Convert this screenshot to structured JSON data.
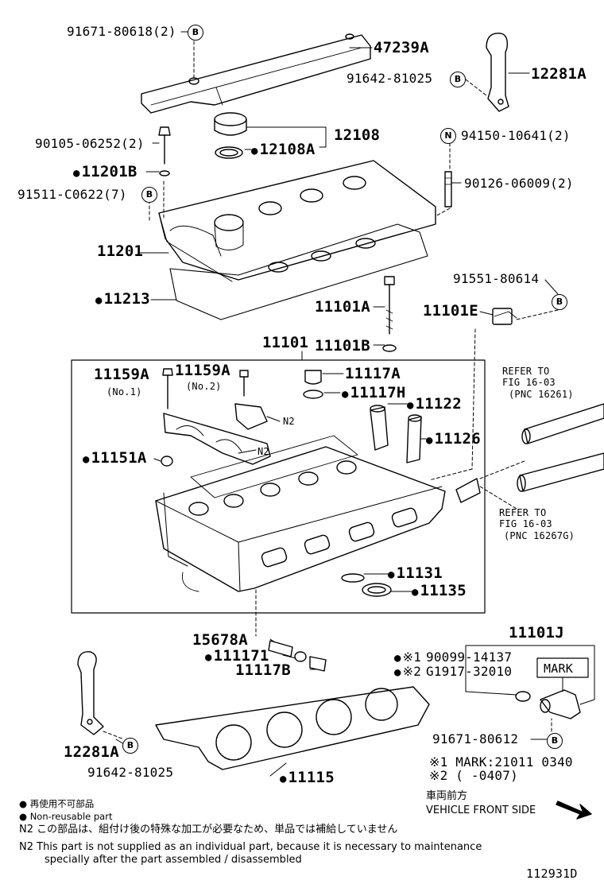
{
  "diagram_id": "112931D",
  "marker_b": "B",
  "marker_n": "N",
  "labels": {
    "p91671_80618": "91671-80618(2)",
    "p47239A": "47239A",
    "p91642_81025_top": "91642-81025",
    "p12281A_top": "12281A",
    "p12108": "12108",
    "p12108A": "12108A",
    "p90105_06252": "90105-06252(2)",
    "p94150_10641": "94150-10641(2)",
    "p11201B": "11201B",
    "p91511_C0622": "91511-C0622(7)",
    "p90126_06009": "90126-06009(2)",
    "p11201": "11201",
    "p91551_80614": "91551-80614",
    "p11213": "11213",
    "p11101A": "11101A",
    "p11101E": "11101E",
    "p11101": "11101",
    "p11101B": "11101B",
    "p11159A_1": "11159A",
    "no1": "(No.1)",
    "p11159A_2": "11159A",
    "no2": "(No.2)",
    "p11117A": "11117A",
    "p11117H": "11117H",
    "p11122": "11122",
    "n2_a": "N2",
    "p11126": "11126",
    "p11151A": "11151A",
    "n2_b": "N2",
    "p11131": "11131",
    "p11135": "11135",
    "p15678A": "15678A",
    "p111171": "111171",
    "p11117B": "11117B",
    "p11101J": "11101J",
    "p90099_14137": "90099-14137",
    "p_g1917_32010": "G1917-32010",
    "mark1": "※1",
    "mark2": "※2",
    "mark_box": "MARK",
    "p12281A_bot": "12281A",
    "p91642_81025_bot": "91642-81025",
    "p91671_80612": "91671-80612",
    "p11115": "11115",
    "mark_note1": "※1  MARK:21011  0340",
    "mark_note2": "※2 (       -0407)",
    "refer1_l1": "REFER TO",
    "refer1_l2": "FIG 16-03",
    "refer1_l3": "(PNC 16261)",
    "refer2_l1": "REFER TO",
    "refer2_l2": "FIG 16-03",
    "refer2_l3": "(PNC 16267G)"
  },
  "notes": {
    "nonreusable_jp": "● 再使用不可部品",
    "nonreusable_en": "● Non-reusable part",
    "n2_jp": "N2  この部品は、組付け後の特殊な加工が必要なため、単品では補給していません",
    "n2_en_1": "N2  This part is not supplied as an individual part, because it is necessary to maintenance",
    "n2_en_2": "specially after the part assembled / disassembled",
    "front_jp": "車両前方",
    "front_en": "VEHICLE FRONT SIDE"
  }
}
